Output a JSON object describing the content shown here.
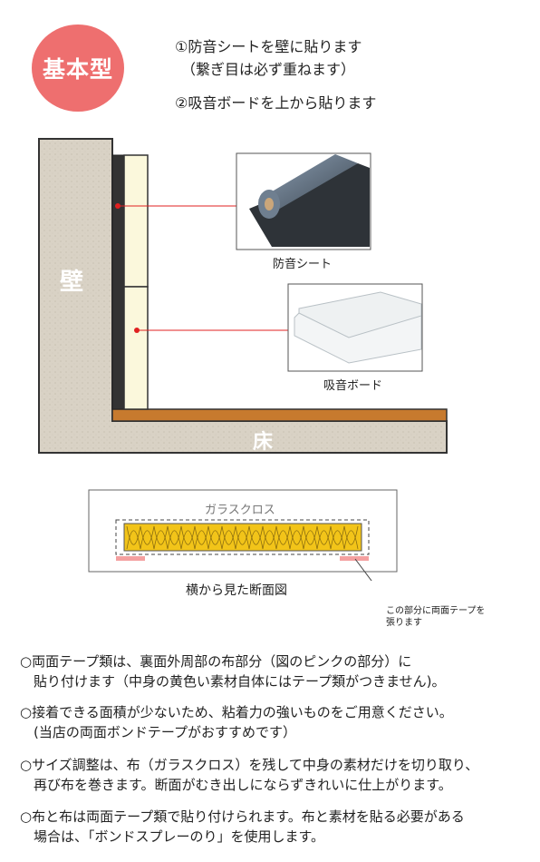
{
  "badge": {
    "label": "基本型"
  },
  "steps": {
    "step1_line1": "①防音シートを壁に貼ります",
    "step1_line2": "（繋ぎ目は必ず重ねます）",
    "step2": "②吸音ボードを上から貼ります"
  },
  "diagram": {
    "wall_label": "壁",
    "floor_label": "床",
    "sheet_caption": "防音シート",
    "board_caption": "吸音ボード"
  },
  "cross_section": {
    "cloth_label": "ガラスクロス",
    "caption": "横から見た断面図",
    "tape_note_line1": "この部分に両面テープを",
    "tape_note_line2": "張ります"
  },
  "notes": [
    {
      "line1": "○両面テープ類は、裏面外周部の布部分（図のピンクの部分）に",
      "line2": "　貼り付けます（中身の黄色い素材自体にはテープ類がつきません)。"
    },
    {
      "line1": "○接着できる面積が少ないため、粘着力の強いものをご用意ください。",
      "line2": "　(当店の両面ボンドテープがおすすめです）"
    },
    {
      "line1": "○サイズ調整は、布（ガラスクロス）を残して中身の素材だけを切り取り、",
      "line2": "　再び布を巻きます。断面がむき出しにならずきれいに仕上がります。"
    },
    {
      "line1": "○布と布は両面テープ類で貼り付けられます。布と素材を貼る必要がある",
      "line2": "　場合は、「ボンドスプレーのり」を使用します。"
    }
  ],
  "colors": {
    "badge": "#ee6f6f",
    "wall": "#d9d2c5",
    "floor_strip": "#c77a2e",
    "sheet": "#333333",
    "board": "#fbf8dc",
    "marker": "#e02020",
    "glass_wool": "#f2c419",
    "tape": "#f4a0a0"
  }
}
